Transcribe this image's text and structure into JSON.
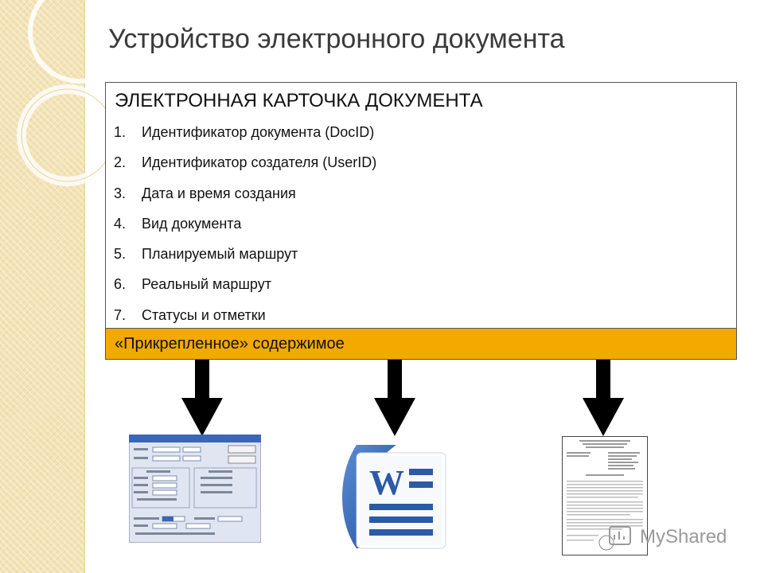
{
  "slide": {
    "title": "Устройство электронного документа",
    "card_title": "ЭЛЕКТРОННАЯ КАРТОЧКА ДОКУМЕНТА",
    "items": [
      {
        "num": "1.",
        "text": "Идентификатор документа (DocID)"
      },
      {
        "num": "2.",
        "text": "Идентификатор создателя (UserID)"
      },
      {
        "num": "3.",
        "text": "Дата и время создания"
      },
      {
        "num": "4.",
        "text": "Вид документа"
      },
      {
        "num": "5.",
        "text": "Планируемый маршрут"
      },
      {
        "num": "6.",
        "text": "Реальный маршрут"
      },
      {
        "num": "7.",
        "text": "Статусы и отметки"
      }
    ],
    "attached_label": "«Прикрепленное» содержимое",
    "watermark": "MyShared"
  },
  "colors": {
    "attached_bg": "#f2a900",
    "left_band": "#f2e2b4",
    "word_blue": "#2b5aa6"
  },
  "icons": [
    "arrow-down-icon",
    "calendar-wizard-dialog",
    "word-icon",
    "scanned-document",
    "myshared-logo"
  ]
}
